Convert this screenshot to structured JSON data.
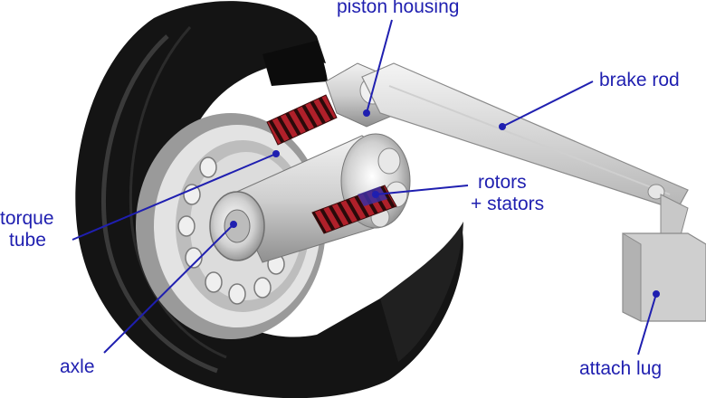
{
  "labels": {
    "piston_housing": "piston housing",
    "brake_rod": "brake rod",
    "rotors_line1": "rotors",
    "rotors_line2": "+ stators",
    "torque_line1": "torque",
    "torque_line2": "tube",
    "axle": "axle",
    "attach_lug": "attach lug"
  },
  "colors": {
    "label_text": "#1f1fb0",
    "leader_line": "#1f1fb0",
    "tire": "#141414",
    "metal_light": "#d9d9d9",
    "metal_dark": "#8c8c8c",
    "brake_pad": "#b0202a"
  }
}
